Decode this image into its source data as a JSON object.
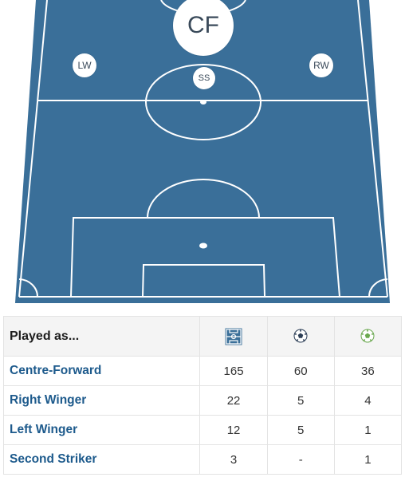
{
  "pitch": {
    "colors": {
      "field": "#3a6f99",
      "lines": "#ffffff",
      "marker_bg": "#ffffff",
      "marker_text": "#3a4a5a"
    },
    "markers": {
      "cf": "CF",
      "lw": "LW",
      "rw": "RW",
      "ss": "SS"
    }
  },
  "table": {
    "header": {
      "label": "Played as...",
      "icons": [
        "pitch-appearances-icon",
        "goals-ball-icon",
        "assists-ball-icon"
      ]
    },
    "rows": [
      {
        "position": "Centre-Forward",
        "values": [
          "165",
          "60",
          "36"
        ]
      },
      {
        "position": "Right Winger",
        "values": [
          "22",
          "5",
          "4"
        ]
      },
      {
        "position": "Left Winger",
        "values": [
          "12",
          "5",
          "1"
        ]
      },
      {
        "position": "Second Striker",
        "values": [
          "3",
          "-",
          "1"
        ]
      }
    ],
    "colors": {
      "header_bg": "#f4f4f4",
      "border": "#e3e3e3",
      "position_link": "#1d5a8c",
      "value_text": "#333333"
    }
  }
}
